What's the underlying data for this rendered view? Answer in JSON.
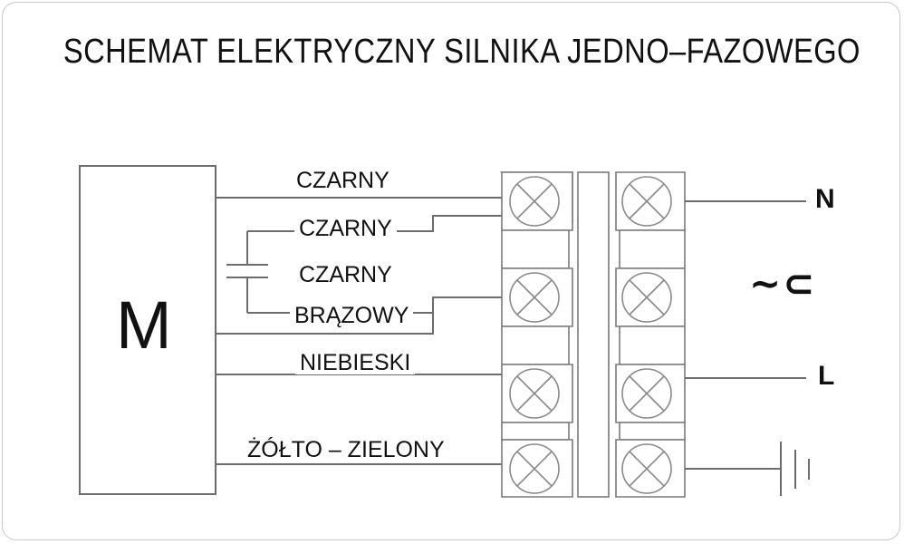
{
  "page": {
    "title": "SCHEMAT ELEKTRYCZNY SILNIKA JEDNO–FAZOWEGO",
    "background_color": "#ffffff",
    "line_color": "#6d6d6d",
    "text_color": "#111111",
    "frame_color": "#c9c9c9"
  },
  "motor": {
    "symbol": "M",
    "name": "motor-block"
  },
  "capacitor": {
    "symbol": "capacitor-plates"
  },
  "wire_labels": [
    {
      "id": "w1",
      "text": "CZARNY"
    },
    {
      "id": "w2",
      "text": "CZARNY"
    },
    {
      "id": "w3",
      "text": "CZARNY"
    },
    {
      "id": "w4",
      "text": "BRĄZOWY"
    },
    {
      "id": "w5",
      "text": "NIEBIESKI"
    },
    {
      "id": "w6",
      "text": "ŻÓŁTO – ZIELONY"
    }
  ],
  "terminal_block": {
    "name": "terminal-strip",
    "rows": 4,
    "columns": 2,
    "terminal_symbol": "screw-terminal-cross"
  },
  "supply_labels": {
    "neutral": "N",
    "line": "L",
    "ac_symbol": "∼⊂",
    "earth_symbol": "earth-ground"
  }
}
